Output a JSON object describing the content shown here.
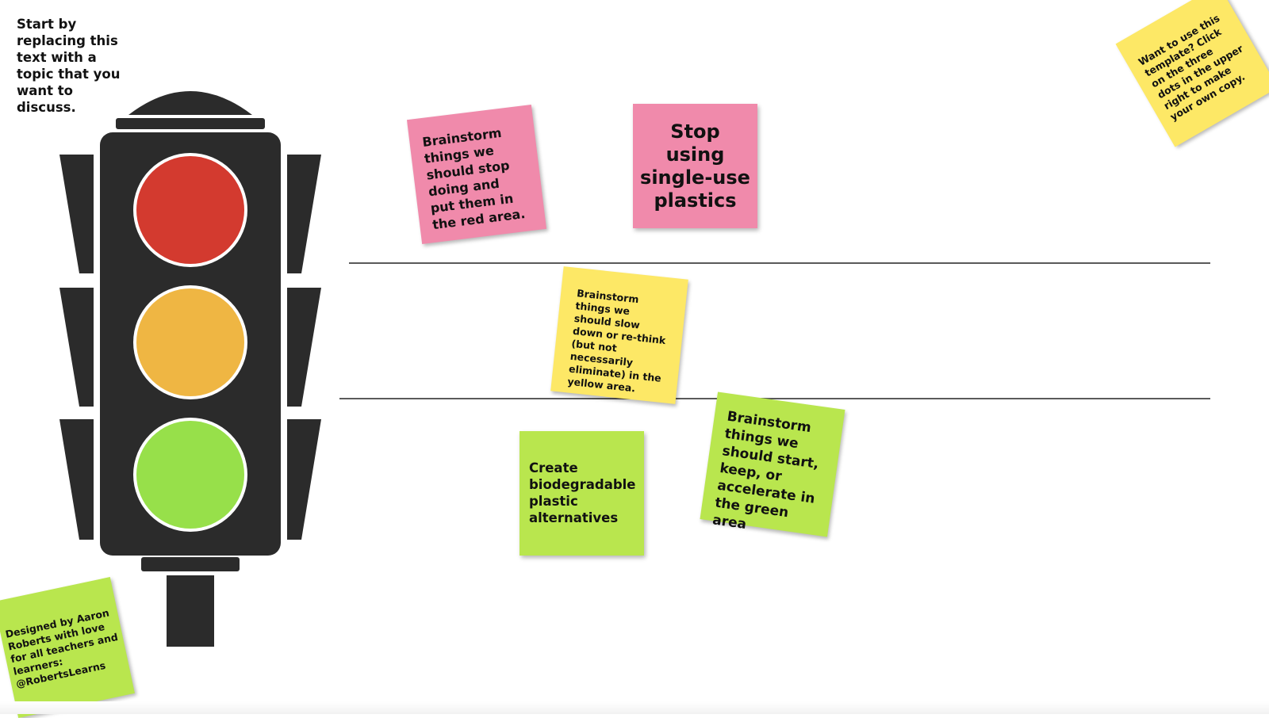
{
  "board": {
    "topic_prompt": "Start by replacing this text with a topic that you want to discuss."
  },
  "traffic_light": {
    "colors": {
      "body": "#2b2b2b",
      "red": "#d33a2f",
      "yellow": "#efb643",
      "green": "#97e04a",
      "ring": "#ffffff"
    }
  },
  "notes": {
    "red_prompt": "Brainstorm things we should stop doing and put them in the red area.",
    "red_idea": "Stop using single-use plastics",
    "yellow_prompt": "Brainstorm things we should slow down or re-think (but not necessarily eliminate) in the yellow area.",
    "green_idea": "Create biodegradable plastic alternatives",
    "green_prompt": "Brainstorm things we should start, keep, or accelerate in the green area",
    "template_help": "Want to use this template? Click on the three dots in the upper right to make your own copy.",
    "credits": "Designed by Aaron Roberts with love for all teachers and learners: @RobertsLearns"
  },
  "colors": {
    "pink": "#f08aab",
    "yellow": "#fde866",
    "green": "#b9e64e"
  }
}
